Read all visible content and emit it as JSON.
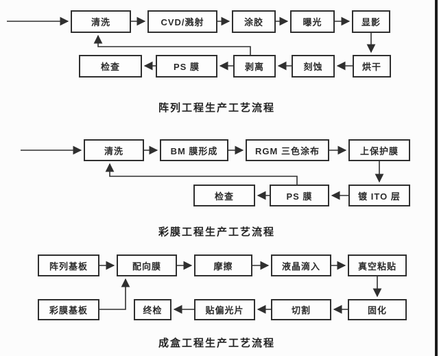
{
  "colors": {
    "background": "#fcfcfc",
    "box_border": "#2f2f2f",
    "line": "#2f2f2f",
    "text": "#2b2b2b",
    "right_edge_bar": "#1b1b1b"
  },
  "charts": [
    {
      "title": "阵列工程生产工艺流程",
      "nodes": {
        "qingxi": "清洗",
        "cvd": "CVD/溅射",
        "tujiao": "涂胶",
        "baoguang": "曝光",
        "xianying": "显影",
        "jiancha": "检查",
        "psmo": "PS 膜",
        "boli": "剥离",
        "keshi": "刻蚀",
        "honggan": "烘干"
      },
      "edges": [
        "入口 → 清洗",
        "清洗 → CVD/溅射",
        "CVD/溅射 → 涂胶",
        "涂胶 → 曝光",
        "曝光 → 显影",
        "显影 → 烘干",
        "烘干 → 刻蚀",
        "刻蚀 → 剥离",
        "剥离 → PS 膜",
        "PS 膜 → 检查",
        "剥离 → 清洗 (循环)"
      ]
    },
    {
      "title": "彩膜工程生产工艺流程",
      "nodes": {
        "qingxi": "清洗",
        "bm": "BM 膜形成",
        "rgm": "RGM 三色涂布",
        "baohu": "上保护膜",
        "jiancha": "检查",
        "psmo": "PS 膜",
        "ito": "镀 ITO 层"
      },
      "edges": [
        "入口 → 清洗",
        "清洗 → BM 膜形成",
        "BM 膜形成 → RGM 三色涂布",
        "RGM 三色涂布 → 上保护膜",
        "上保护膜 → 镀 ITO 层",
        "镀 ITO 层 → PS 膜",
        "PS 膜 → 检查",
        "PS 膜 → 清洗 (循环)"
      ]
    },
    {
      "title": "成盒工程生产工艺流程",
      "nodes": {
        "zhenlie": "阵列基板",
        "peixiang": "配向膜",
        "moca": "摩擦",
        "yejing": "液晶滴入",
        "zhenkong": "真空粘贴",
        "caimo": "彩膜基板",
        "zhongjian": "终检",
        "tiepian": "贴偏光片",
        "qiege": "切割",
        "guhua": "固化"
      },
      "edges": [
        "阵列基板 → 配向膜",
        "彩膜基板 → 配向膜",
        "配向膜 → 摩擦",
        "摩擦 → 液晶滴入",
        "液晶滴入 → 真空粘贴",
        "真空粘贴 → 固化",
        "固化 → 切割",
        "切割 → 贴偏光片",
        "贴偏光片 → 终检"
      ]
    }
  ]
}
